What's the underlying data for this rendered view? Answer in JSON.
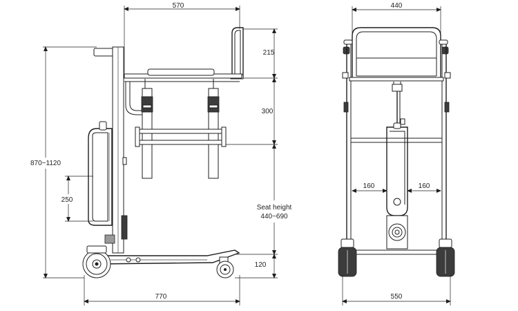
{
  "side_view": {
    "dim_top_width": "570",
    "dim_back_height": "215",
    "dim_seat_to_bar": "300",
    "dim_total_height": "870~1120",
    "dim_pad_height": "250",
    "seat_height_label": "Seat height",
    "seat_height_value": "440~690",
    "dim_base_height": "120",
    "dim_base_length": "770"
  },
  "front_view": {
    "dim_top_width": "440",
    "dim_left_gap": "160",
    "dim_right_gap": "160",
    "dim_base_width": "550"
  }
}
